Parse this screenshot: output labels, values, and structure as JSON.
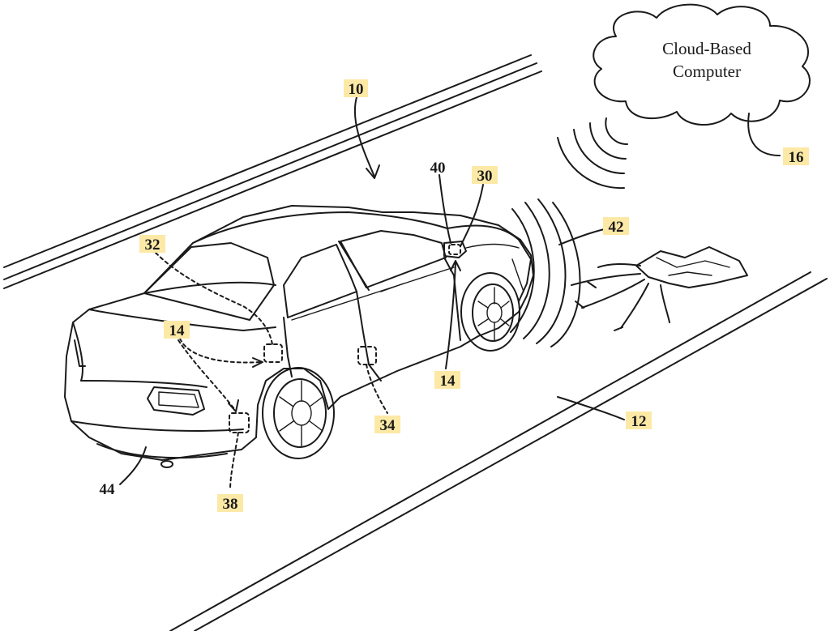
{
  "cloud": {
    "line1": "Cloud-Based",
    "line2": "Computer"
  },
  "labels": {
    "l10": "10",
    "l12": "12",
    "l14a": "14",
    "l14b": "14",
    "l16": "16",
    "l30": "30",
    "l32": "32",
    "l34": "34",
    "l38": "38",
    "l40": "40",
    "l42": "42",
    "l44": "44"
  },
  "colors": {
    "highlight": "#fde9a6",
    "ink": "#1a1a1a"
  }
}
